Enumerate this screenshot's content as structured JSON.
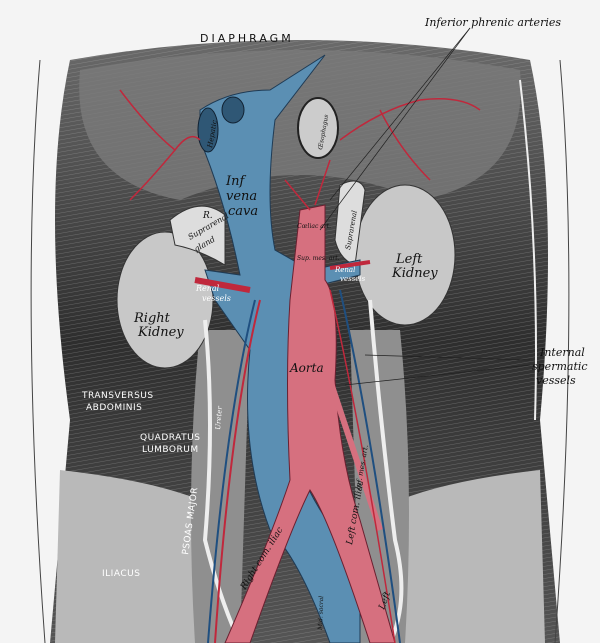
{
  "labels": {
    "diaphragm": "DIAPHRAGM",
    "inferior_phrenic_arteries": "Inferior phrenic arteries",
    "hepatic_veins": "Hepatic",
    "inf_vena_cava": [
      "Inf",
      "vena",
      "cava"
    ],
    "oesophagus": "Œsophagus",
    "right_suprarenal_gland": [
      "R.",
      "Suprarenal",
      "gland"
    ],
    "left_suprarenal_gland": "Suprarenal",
    "coeliac_art": "Cœliac art.",
    "sup_mes_art": "Sup. mes. art.",
    "right_renal_vessels": [
      "Renal",
      "vessels"
    ],
    "left_renal_vessels": [
      "Renal",
      "vessels"
    ],
    "right_kidney": [
      "Right",
      "Kidney"
    ],
    "left_kidney": [
      "Left",
      "Kidney"
    ],
    "internal_spermatic_vessels": [
      "Internal",
      "spermatic",
      "vessels"
    ],
    "aorta": "Aorta",
    "transversus_abdominis": [
      "TRANSVERSUS",
      "ABDOMINIS"
    ],
    "quadratus_lumborum": [
      "QUADRATUS",
      "LUMBORUM"
    ],
    "ureter": "Ureter",
    "psoas_major": "PSOAS MAJOR",
    "iliacus": "ILIACUS",
    "right_com_iliac": "Right com. iliac",
    "left_com_iliac": "Left com. iliac",
    "inf_mes_art": "Inf. mes. art.",
    "mid_sacral": "Mid. sacral",
    "left": "Left"
  },
  "colors": {
    "vein": "#5b8fb3",
    "artery": "#d6707f",
    "muscle": "#3a3a3a",
    "organ": "#c8c8c8"
  }
}
